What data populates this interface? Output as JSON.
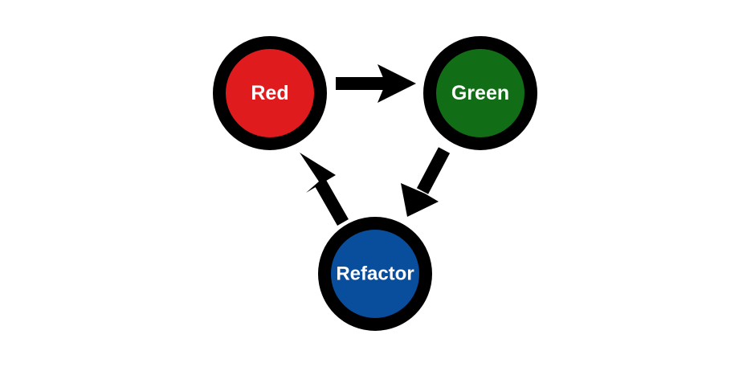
{
  "nodes": {
    "red": {
      "label": "Red",
      "fill": "#e01b1e"
    },
    "green": {
      "label": "Green",
      "fill": "#116e16"
    },
    "refactor": {
      "label": "Refactor",
      "fill": "#084e9c"
    }
  },
  "ring_color": "#000000",
  "arrow_color": "#000000",
  "edges": [
    {
      "from": "red",
      "to": "green"
    },
    {
      "from": "green",
      "to": "refactor"
    },
    {
      "from": "refactor",
      "to": "red"
    }
  ]
}
